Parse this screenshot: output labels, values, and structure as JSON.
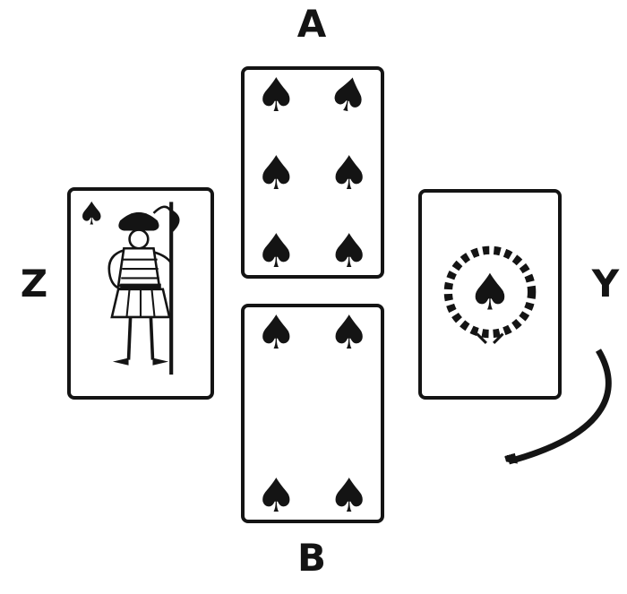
{
  "labels": {
    "top": "A",
    "bottom": "B",
    "left": "Z",
    "right": "Y"
  },
  "cards": {
    "top": {
      "name": "six-of-spades",
      "pips": 6,
      "suit": "♠"
    },
    "bottom": {
      "name": "four-of-spades",
      "pips": 4,
      "suit": "♠"
    },
    "left": {
      "name": "court-card-jack-of-spades",
      "suit": "♠"
    },
    "right": {
      "name": "ace-of-spades-with-wreath",
      "suit": "♠"
    }
  },
  "arrow": {
    "name": "curved-arrow",
    "direction": "from Y curving down-left (counterclockwise)"
  },
  "colors": {
    "ink": "#141414",
    "paper": "#ffffff"
  }
}
